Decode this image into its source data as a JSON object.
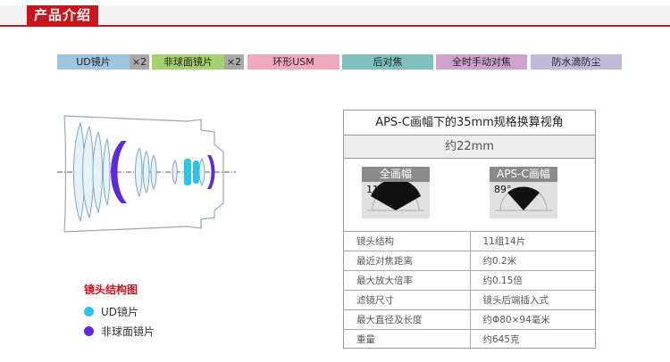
{
  "header": {
    "title": "产品介绍"
  },
  "features": [
    {
      "label": "UD镜片",
      "multiplier": "×2",
      "color": "#9ec4df"
    },
    {
      "label": "非球面镜片",
      "multiplier": "×2",
      "color": "#a4d06f"
    },
    {
      "label": "环形USM",
      "multiplier": "",
      "color": "#f0a8bf"
    },
    {
      "label": "后对焦",
      "multiplier": "",
      "color": "#7fc0bf"
    },
    {
      "label": "全时手动对焦",
      "multiplier": "",
      "color": "#cfa1cf"
    },
    {
      "label": "防水滴防尘",
      "multiplier": "",
      "color": "#c2b9da"
    }
  ],
  "legend": {
    "title": "镜头结构图",
    "items": [
      {
        "label": "UD镜片",
        "color": "#2bc3e9",
        "icon": "cyan-dot-icon"
      },
      {
        "label": "非球面镜片",
        "color": "#5f29e0",
        "icon": "purple-dot-icon"
      }
    ]
  },
  "spec": {
    "title": "APS-C画幅下的35mm规格换算视角",
    "focal": "约22mm",
    "full_frame": {
      "label": "全画幅",
      "angle": "114°"
    },
    "apsc": {
      "label": "APS-C画幅",
      "angle": "89°"
    },
    "rows": [
      {
        "key": "镜头结构",
        "value": "11组14片"
      },
      {
        "key": "最近对焦距离",
        "value": "约0.2米"
      },
      {
        "key": "最大放大倍率",
        "value": "约0.15倍"
      },
      {
        "key": "滤镜尺寸",
        "value": "镜头后端插入式"
      },
      {
        "key": "最大直径及长度",
        "value": "约Φ80×94毫米"
      },
      {
        "key": "重量",
        "value": "约645克"
      }
    ]
  }
}
